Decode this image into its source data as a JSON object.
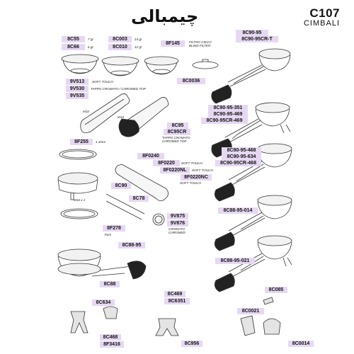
{
  "header": {
    "title_fa": "چیمبالی",
    "model": "C107",
    "maker": "CIMBALI"
  },
  "labels": {
    "8C55": "8C55",
    "8C66": "8C66",
    "8C003": "8C003",
    "8C010": "8C010",
    "8F145": "8F145",
    "8C0036": "8C0036",
    "8C90_95": "8C90-95",
    "8C90_95CR_T": "8C90-95CR-T",
    "9V513": "9V513",
    "9V530": "9V530",
    "9V535": "9V535",
    "8C95": "8C95",
    "8C95CR": "8C95CR",
    "8C90_95_351": "8C90-95-351",
    "8C90_95_469": "8C90-95-469",
    "8C90_95CR_469": "8C90-95CR-469",
    "8F255": "8F255",
    "8F0240": "8F0240",
    "8F0220": "8F0220",
    "8F0220NL": "8F0220NL",
    "8F0220NC": "8F0220NC",
    "8C90_95_468": "8C90-95-468",
    "8C90_95_634": "8C90-95-634",
    "8C90_95CR_468": "8C90-95CR-468",
    "8C90": "8C90",
    "8C78": "8C78",
    "9V875": "9V875",
    "9V876": "9V876",
    "8F278": "8F278",
    "8C88_95_014": "8C88-95-014",
    "8C88_95": "8C88-95",
    "8C88_95_021": "8C88-95-021",
    "8C88": "8C88",
    "8C085": "8C085",
    "8C469": "8C469",
    "8C6351": "8C6351",
    "8C634": "8C634",
    "8C0021": "8C0021",
    "8C468": "8C468",
    "8F3416": "8F3416",
    "8C956": "8C956",
    "8C0014": "8C0014"
  },
  "notes": {
    "7gr": "7 gr",
    "6gr": "6 gr",
    "14gr": "14 gr",
    "12gr": "12 gr",
    "filtro": "FILTRO CIECO",
    "blind": "BLIND FILTER",
    "soft_touch_1": "SOFT TOUCH",
    "tappo_1": "TAPPO CROMATO / CHROMED TOP",
    "m10": "M10",
    "m10b": "M10",
    "tappo_2": "TAPPO CROMATO",
    "chromed_2": "CHROMED TOP",
    "mm13": "1.3mm",
    "soft_touch_2": "SOFT TOUCH",
    "soft_touch_3": "SOFT TOUCH",
    "soft_touch_4": "SOFT TOUCH",
    "m16": "M16 x 1",
    "cromato": "CROMATO",
    "chromed_3": "CHROMED",
    "mm7": "7mm"
  }
}
